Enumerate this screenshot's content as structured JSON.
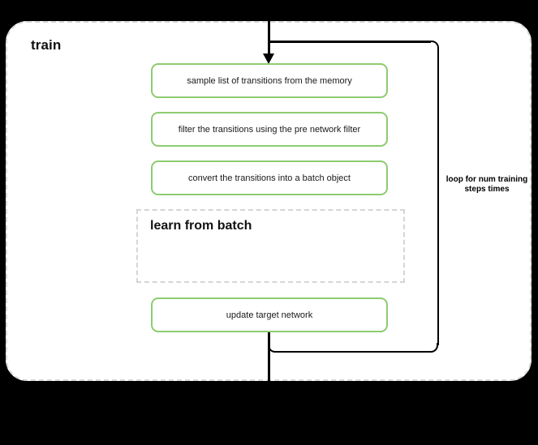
{
  "diagram": {
    "background_color": "#000000",
    "container": {
      "title": "train",
      "border_color": "#d8d8d8",
      "fill_color": "#ffffff"
    },
    "accent_color": "#8ecb70",
    "line_color": "#000000",
    "nodes": [
      {
        "id": "sample",
        "label": "sample list of transitions from the memory"
      },
      {
        "id": "filter",
        "label": "filter the transitions using the pre network filter"
      },
      {
        "id": "convert",
        "label": "convert the transitions into a batch object"
      },
      {
        "id": "update",
        "label": "update target network"
      }
    ],
    "subgroup": {
      "id": "learn-from-batch",
      "label": "learn from batch",
      "border_style": "dashed",
      "border_color": "#d5d5d5"
    },
    "loop": {
      "label": "loop for num training steps times"
    }
  }
}
